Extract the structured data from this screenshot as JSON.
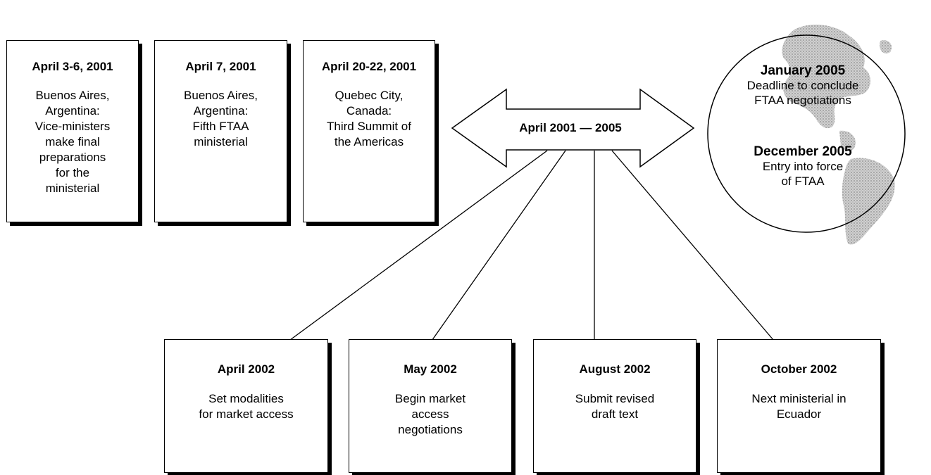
{
  "top_events": [
    {
      "date": "April 3-6, 2001",
      "description": "Buenos Aires,\nArgentina:\nVice-ministers\nmake final\npreparations\nfor the\nministerial"
    },
    {
      "date": "April 7, 2001",
      "description": "Buenos Aires,\nArgentina:\nFifth FTAA\nministerial"
    },
    {
      "date": "April 20-22, 2001",
      "description": "Quebec City,\nCanada:\nThird Summit of\nthe Americas"
    }
  ],
  "timeline": {
    "label": "April 2001 — 2005"
  },
  "circle_events": [
    {
      "date": "January 2005",
      "description": "Deadline to conclude\nFTAA negotiations"
    },
    {
      "date": "December 2005",
      "description": "Entry into force\nof FTAA"
    }
  ],
  "bottom_events": [
    {
      "date": "April 2002",
      "description": "Set modalities\nfor market access"
    },
    {
      "date": "May 2002",
      "description": "Begin market\naccess\nnegotiations"
    },
    {
      "date": "August 2002",
      "description": "Submit revised\ndraft text"
    },
    {
      "date": "October 2002",
      "description": "Next ministerial in\nEcuador"
    }
  ],
  "circle_icon": "americas-map-icon"
}
